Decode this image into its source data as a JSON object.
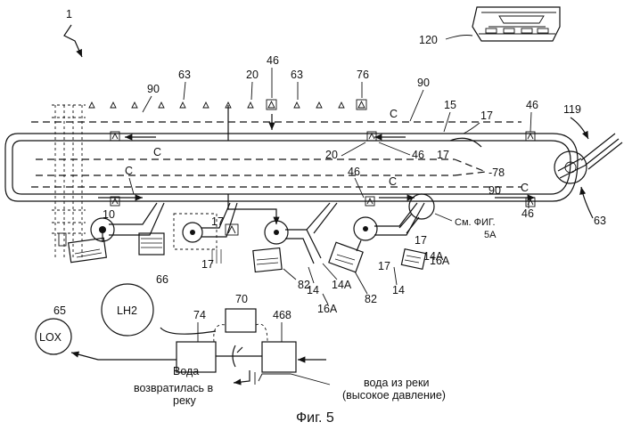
{
  "caption": "Фиг. 5",
  "refs": {
    "main": "1",
    "aircraft": "120",
    "r63_left": "63",
    "r90_left": "90",
    "r46_top": "46",
    "r20_top": "20",
    "r63_top": "63",
    "r76": "76",
    "r90_top": "90",
    "r15": "15",
    "r17_top": "17",
    "r46_right": "46",
    "r119": "119",
    "rC_top": "C",
    "rC_mid": "C",
    "rC_left": "C",
    "rC_bottom": "C",
    "rC_right": "C",
    "r20_mid": "20",
    "r46_mid": "46",
    "r17_mid": "17",
    "r78": "-78",
    "r90_mid": "90",
    "r46_bot": "46",
    "r46_bot_right": "46",
    "r63_right": "63",
    "r10": "10",
    "r17_a": "17",
    "r17_b": "17",
    "r17_c": "17",
    "r17_d": "17",
    "r14A_a": "14A",
    "r16A_a": "16A",
    "r82_a": "82",
    "r14_a": "14",
    "r16A_b": "16A",
    "r14A_b": "14A",
    "r82_b": "82",
    "r14_b": "14",
    "r65": "65",
    "r66": "66",
    "r70": "70",
    "r74": "74",
    "r468": "468"
  },
  "labels": {
    "see_fig_line1": "См. ФИГ.",
    "see_fig_line2": "5А",
    "lox": "LOX",
    "lh2": "LH2",
    "water_returned_line1": "Вода",
    "water_returned_line2": "возвратилась в",
    "water_returned_line3": "реку",
    "river_water_line1": "вода из реки",
    "river_water_line2": "(высокое давление)"
  }
}
